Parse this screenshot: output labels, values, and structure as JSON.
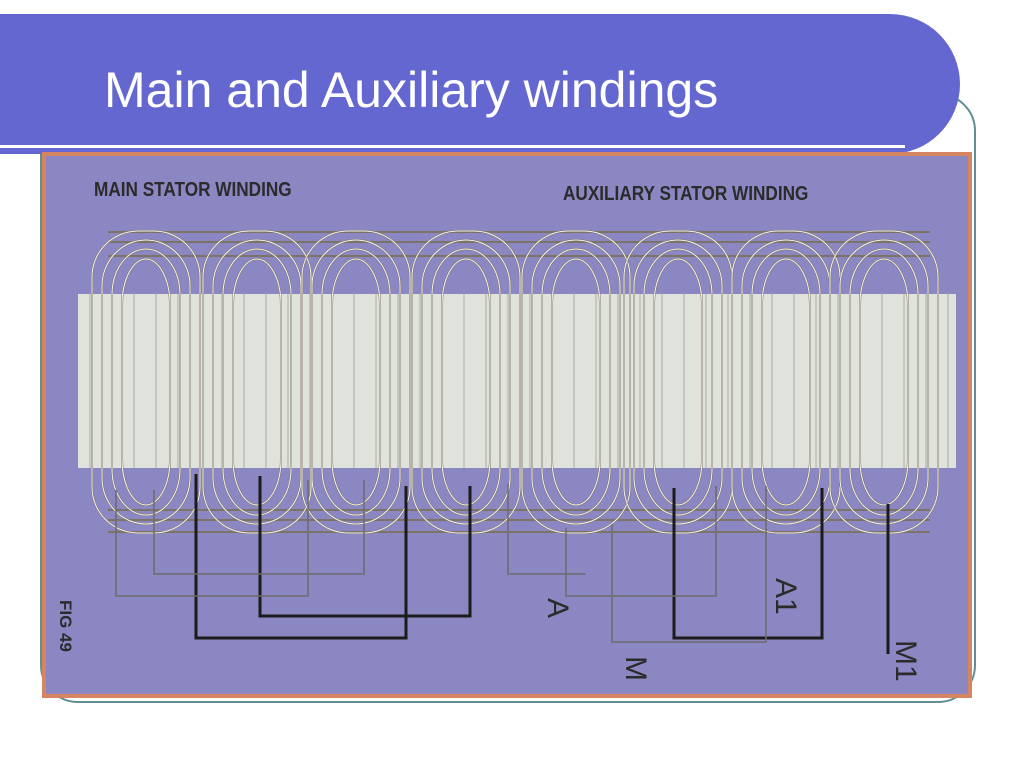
{
  "slide": {
    "title": "Main and Auxiliary windings"
  },
  "figure": {
    "main_label": "MAIN STATOR WINDING",
    "aux_label": "AUXILIARY STATOR WINDING",
    "fig_label": "FIG 49",
    "terminals": {
      "a": "A",
      "a1": "A1",
      "m": "M",
      "m1": "M1"
    }
  },
  "colors": {
    "title_bar": "#6467cf",
    "panel_bg": "#8b87c2",
    "panel_border": "#d58560",
    "frame_outline": "#5f8f92",
    "core": "#dfe3dc",
    "coil_wire": "#7d7266",
    "main_lead": "#1b1b1b",
    "aux_lead": "#6c6c6c"
  }
}
